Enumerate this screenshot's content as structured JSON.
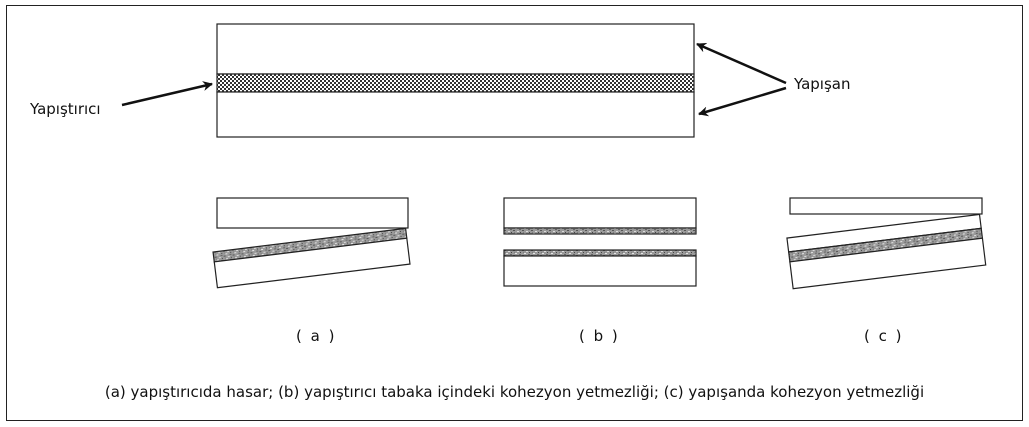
{
  "labels": {
    "adhesive": "Yapıştırıcı",
    "adherend": "Yapışan"
  },
  "panels": [
    {
      "id": "a",
      "label": "( a )"
    },
    {
      "id": "b",
      "label": "( b )"
    },
    {
      "id": "c",
      "label": "( c )"
    }
  ],
  "caption": "(a) yapıştırıcıda hasar; (b) yapıştırıcı tabaka içindeki kohezyon yetmezliği; (c) yapışanda kohezyon yetmezliği",
  "colors": {
    "stroke": "#222222",
    "adhesive_fill_light": "#d9d9d9",
    "adhesive_fill_dark": "#6a6a6a",
    "background": "#ffffff"
  }
}
